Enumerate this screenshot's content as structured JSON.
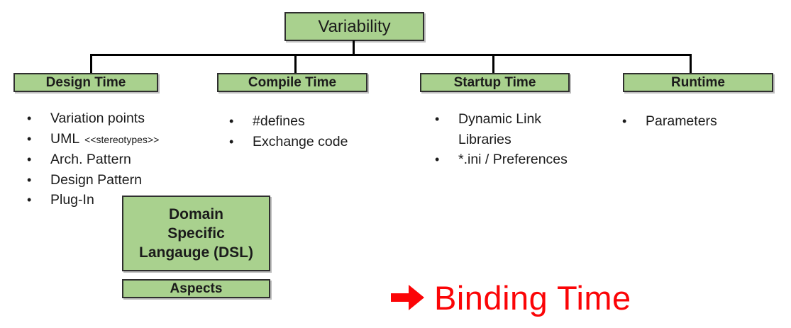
{
  "root": {
    "title": "Variability"
  },
  "columns": [
    {
      "header": "Design Time",
      "items": [
        {
          "text": "Variation points"
        },
        {
          "text": "UML",
          "annotation": "<<stereotypes>>"
        },
        {
          "text": "Arch. Pattern"
        },
        {
          "text": "Design Pattern"
        },
        {
          "text": "Plug-In"
        }
      ]
    },
    {
      "header": "Compile Time",
      "items": [
        {
          "text": "#defines"
        },
        {
          "text": "Exchange code"
        }
      ]
    },
    {
      "header": "Startup Time",
      "items": [
        {
          "text": "Dynamic Link Libraries"
        },
        {
          "text": "*.ini / Preferences"
        }
      ]
    },
    {
      "header": "Runtime",
      "items": [
        {
          "text": "Parameters"
        }
      ]
    }
  ],
  "floating_boxes": {
    "dsl": "Domain\nSpecific\nLangauge (DSL)",
    "aspects": "Aspects"
  },
  "caption": {
    "label": "Binding Time",
    "color": "#fb0507",
    "arrow_icon": "right-arrow-icon"
  },
  "style_colors": {
    "box_fill": "#a9d18e",
    "box_border": "#2f2f2f",
    "connector": "#000000"
  },
  "bullet": "•"
}
